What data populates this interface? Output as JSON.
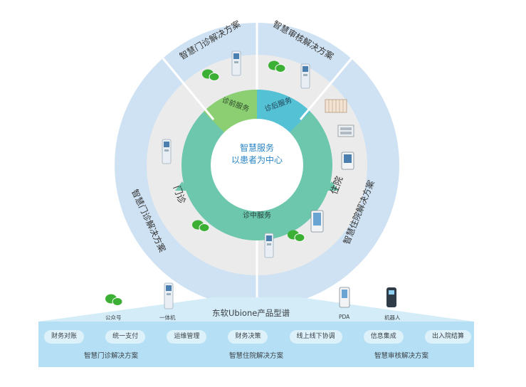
{
  "center": {
    "line1": "智慧服务",
    "line2": "以患者为中心"
  },
  "inner_ring": {
    "pre": "诊前服务",
    "post": "诊后服务",
    "mid": "诊中服务"
  },
  "middle_ring": {
    "outpatient": "门诊",
    "inpatient": "住院"
  },
  "outer_ring": {
    "outpatient_top": "智慧门诊解决方案",
    "audit": "智慧审核解决方案",
    "outpatient_left": "智慧门诊解决方案",
    "inpatient": "智慧住院解决方案"
  },
  "products": {
    "title": "东软Ubione产品型谱",
    "items": [
      "公众号",
      "一体机",
      "PDA",
      "机器人"
    ]
  },
  "functions": [
    "财务对账",
    "统一支付",
    "运维管理",
    "财务决策",
    "线上线下协调",
    "信息集成",
    "出入院结算"
  ],
  "solutions": [
    "智慧门诊解决方案",
    "智慧住院解决方案",
    "智慧审核解决方案"
  ],
  "colors": {
    "outer_ring": "#cfe2f3",
    "middle_ring": "#ebebeb",
    "inner_ring": "#6cc7ad",
    "pre_segment": "#8ccf73",
    "post_segment": "#55c1d4",
    "center_text": "#2a85c4",
    "base_panel": "#b4dff4",
    "wechat": "#3cb034"
  },
  "icons": [
    "wechat-icon",
    "kiosk-icon",
    "server-rack-icon",
    "tablet-icon",
    "pda-icon",
    "robot-icon"
  ]
}
